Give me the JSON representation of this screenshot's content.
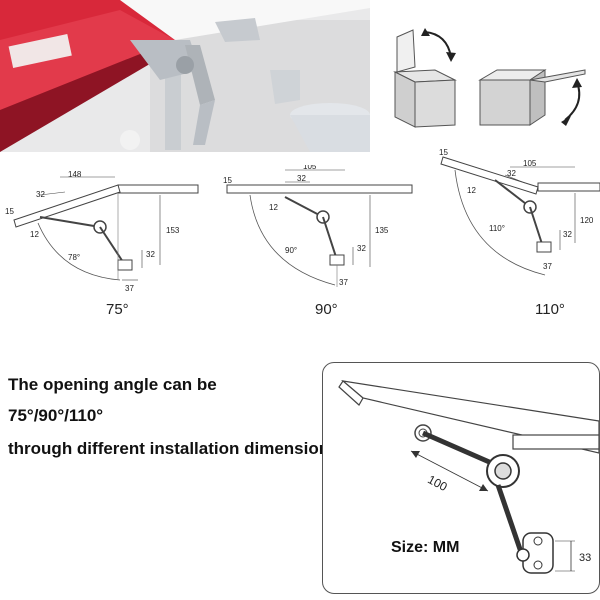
{
  "caption": {
    "line1": "The opening angle can be",
    "line2": "75°/90°/110°",
    "line3": "through different installation dimensions."
  },
  "diagrams": [
    {
      "angle_label": "75°",
      "dims": {
        "d148": "148",
        "d32": "32",
        "d15": "15",
        "d12": "12",
        "d153": "153",
        "d32b": "32",
        "d37": "37",
        "arc": "78°"
      }
    },
    {
      "angle_label": "90°",
      "dims": {
        "d105": "105",
        "d32": "32",
        "d15": "15",
        "d12": "12",
        "d135": "135",
        "d32b": "32",
        "d37": "37",
        "arc": "90°"
      }
    },
    {
      "angle_label": "110°",
      "dims": {
        "d105": "105",
        "d32": "32",
        "d15": "15",
        "d12": "12",
        "d120": "120",
        "d32b": "32",
        "d37": "37",
        "arc": "110°"
      }
    }
  ],
  "detail": {
    "size_label": "Size: MM",
    "d100": "100",
    "d33": "33"
  },
  "colors": {
    "cabinet_red": "#d8283a",
    "metal": "#b9bec4",
    "line": "#333333"
  }
}
